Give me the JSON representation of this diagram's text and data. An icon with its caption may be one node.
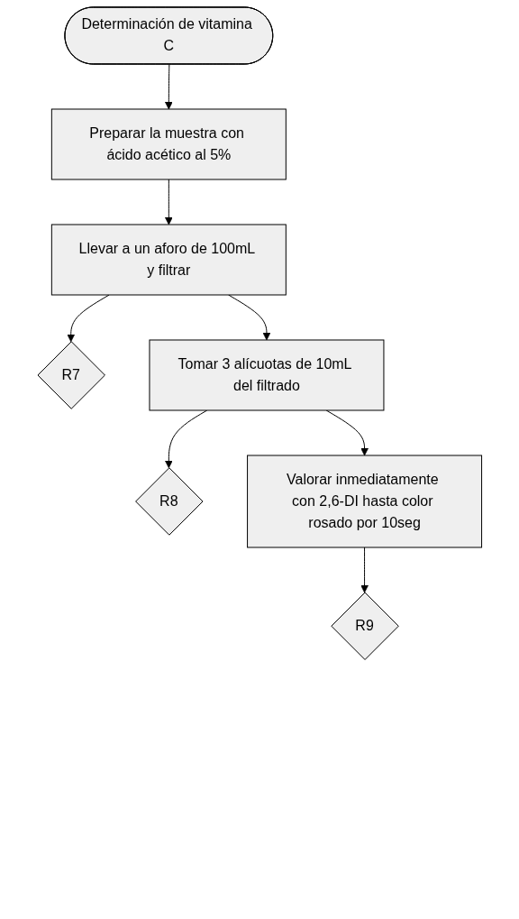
{
  "diagram": {
    "nodes": [
      {
        "text": [
          "Determinación de vitamina C"
        ]
      },
      {
        "text": [
          "Preparar la muestra con ácido acético al 5%"
        ]
      },
      {
        "text": [
          "Llevar a un aforo de 100mL y filtrar"
        ]
      },
      {
        "text": [
          "R7"
        ]
      },
      {
        "text": [
          "Tomar 3 alícuotas de 10mL del filtrado"
        ]
      },
      {
        "text": [
          "R8"
        ]
      },
      {
        "text": [
          "Valorar inmediatamente con 2,6-DI hasta color rosado por 10seg"
        ]
      },
      {
        "text": [
          "R9"
        ]
      }
    ],
    "edges": [
      {
        "from": 0,
        "to": 1,
        "arrow": "to"
      },
      {
        "from": 1,
        "to": 2,
        "arrow": "to"
      },
      {
        "from": 2,
        "to": 3,
        "arrow": "to"
      },
      {
        "from": 2,
        "to": 4,
        "arrow": "to"
      },
      {
        "from": 4,
        "to": 5,
        "arrow": "to"
      },
      {
        "from": 4,
        "to": 6,
        "arrow": "to"
      },
      {
        "from": 6,
        "to": 7,
        "arrow": "to"
      }
    ]
  }
}
